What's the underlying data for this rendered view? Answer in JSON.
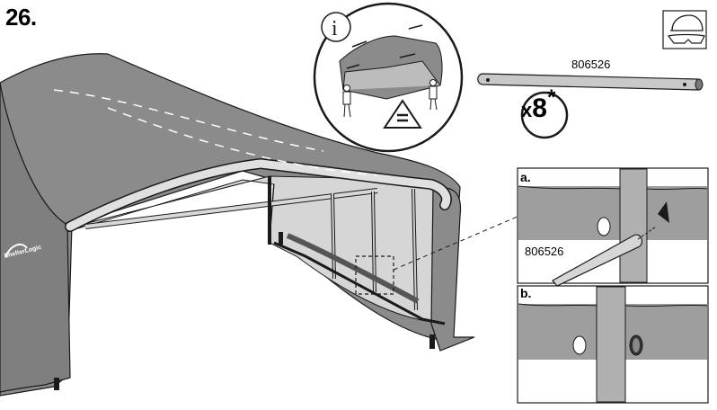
{
  "step": {
    "number": "26."
  },
  "part": {
    "code": "806526",
    "quantity_prefix": "x",
    "quantity": "8",
    "asterisk": "*"
  },
  "details": {
    "a": "a.",
    "b": "b."
  },
  "brand": {
    "logo_text": "ShelterLogic"
  },
  "icons": {
    "info": "info-icon",
    "safety": "hardhat-safety-glasses-icon",
    "equals": "equals-icon"
  },
  "colors": {
    "cover_gray": "#8a8a8a",
    "tube_gray": "#bdbdbd",
    "interior": "#d4d4d4",
    "line": "#1a1a1a"
  }
}
